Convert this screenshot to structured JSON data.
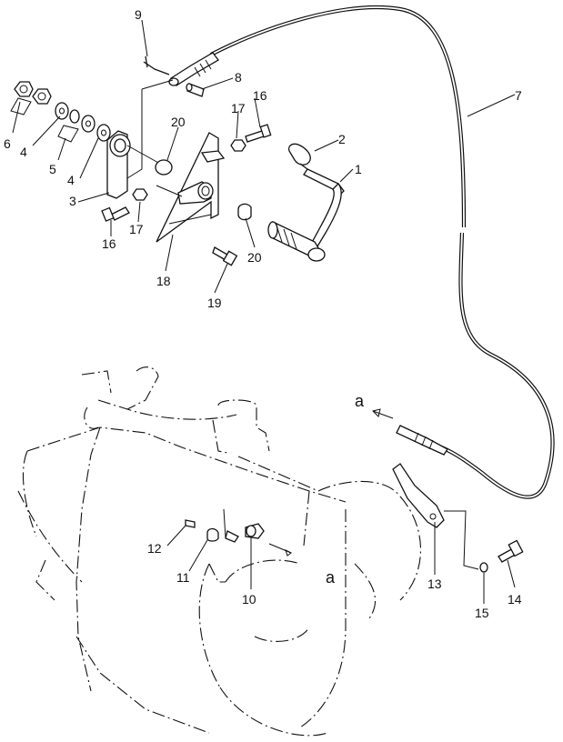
{
  "callouts": [
    {
      "id": "c1",
      "text": "1"
    },
    {
      "id": "c2",
      "text": "2"
    },
    {
      "id": "c3",
      "text": "3"
    },
    {
      "id": "c4a",
      "text": "4"
    },
    {
      "id": "c4b",
      "text": "4"
    },
    {
      "id": "c5",
      "text": "5"
    },
    {
      "id": "c6",
      "text": "6"
    },
    {
      "id": "c7",
      "text": "7"
    },
    {
      "id": "c8",
      "text": "8"
    },
    {
      "id": "c9",
      "text": "9"
    },
    {
      "id": "c10",
      "text": "10"
    },
    {
      "id": "c11",
      "text": "11"
    },
    {
      "id": "c12",
      "text": "12"
    },
    {
      "id": "c13",
      "text": "13"
    },
    {
      "id": "c14",
      "text": "14"
    },
    {
      "id": "c15",
      "text": "15"
    },
    {
      "id": "c16a",
      "text": "16"
    },
    {
      "id": "c16b",
      "text": "16"
    },
    {
      "id": "c17a",
      "text": "17"
    },
    {
      "id": "c17b",
      "text": "17"
    },
    {
      "id": "c18",
      "text": "18"
    },
    {
      "id": "c19",
      "text": "19"
    },
    {
      "id": "c20a",
      "text": "20"
    },
    {
      "id": "c20b",
      "text": "20"
    },
    {
      "id": "refA1",
      "text": "a"
    },
    {
      "id": "refA2",
      "text": "a"
    }
  ]
}
